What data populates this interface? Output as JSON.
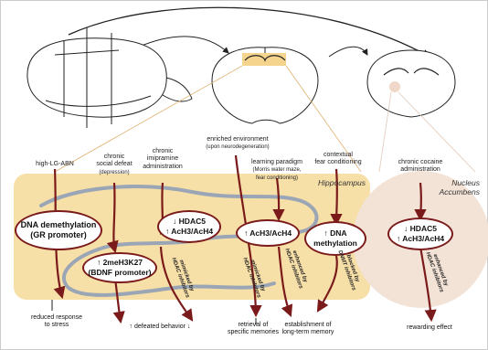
{
  "stimuli": {
    "high_lg_abn": "high-LG-ABN",
    "social_defeat": [
      "chronic",
      "social defeat",
      "(depression)"
    ],
    "imipramine": [
      "chronic",
      "imipramine",
      "administration"
    ],
    "enriched": [
      "enriched environment",
      "(upon neurodegeneration)"
    ],
    "learning": [
      "learning paradigm",
      "(Morris water maze,",
      "fear conditioning)"
    ],
    "fear": [
      "contextual",
      "fear conditioning"
    ],
    "cocaine": [
      "chronic cocaine",
      "administration"
    ]
  },
  "regions": {
    "hippocampus": "Hippocampus",
    "nucleus_accumbens": [
      "Nucleus",
      "Accumbens"
    ]
  },
  "mechanisms": {
    "dna_demethylation": [
      "DNA demethylation",
      "(GR promoter)"
    ],
    "hdac5_hippo": [
      "HDAC5",
      "AcH3/AcH4"
    ],
    "ach3_ach4": [
      "AcH3/AcH4"
    ],
    "dna_methylation": [
      "DNA",
      "methylation"
    ],
    "h3k27": [
      "2meH3K27",
      "(BDNF promoter)"
    ],
    "hdac5_nac": [
      "HDAC5",
      "AcH3/AcH4"
    ]
  },
  "arrows": {
    "up": "↑",
    "down": "↓"
  },
  "inhibitor_notes": {
    "mimicked_hdac_1": [
      "mimicked by",
      "HDAC inhibitors"
    ],
    "mimicked_hdac_2": [
      "mimicked by",
      "HDAC inhibitors"
    ],
    "enhanced_hdac": [
      "enhanced by",
      "HDAC inhibitors"
    ],
    "blocked_dnmt": [
      "blocked by",
      "DNMT inhibitors"
    ],
    "enhanced_hdac_nac": [
      "enhanced by",
      "HDAC inhibitors"
    ]
  },
  "outcomes": {
    "stress": [
      "reduced response",
      "to stress"
    ],
    "defeated": "defeated behavior",
    "retrieval": [
      "retrieval of",
      "specific memories"
    ],
    "longterm": [
      "establishment of",
      "long-term memory"
    ],
    "reward": "rewarding effect"
  },
  "colors": {
    "hippocampus_fill": "#f7dfa8",
    "accumbens_fill": "#f3e3d6",
    "arrow_dark": "#7a1a1a",
    "guide_line": "#e0b070",
    "vessel": "#9aa6b5"
  }
}
